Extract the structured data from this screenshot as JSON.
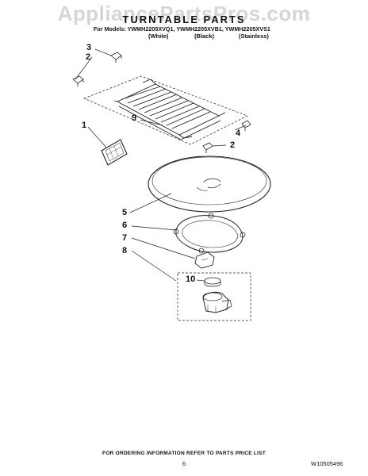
{
  "watermark": "AppliancePartsPros.com",
  "title": "TURNTABLE PARTS",
  "models_line": "For Models: YWMH2205XVQ1, YWMH2205XVB1, YWMH2205XVS1",
  "variants": [
    "(White)",
    "(Black)",
    "(Stainless)"
  ],
  "callouts": {
    "c3": "3",
    "c2a": "2",
    "c1": "1",
    "c9": "9",
    "c4": "4",
    "c2b": "2",
    "c5": "5",
    "c6": "6",
    "c7": "7",
    "c8": "8",
    "c10": "10"
  },
  "footer_note": "FOR ORDERING INFORMATION REFER TO PARTS PRICE LIST",
  "page_number": "6",
  "doc_code": "W10505496"
}
